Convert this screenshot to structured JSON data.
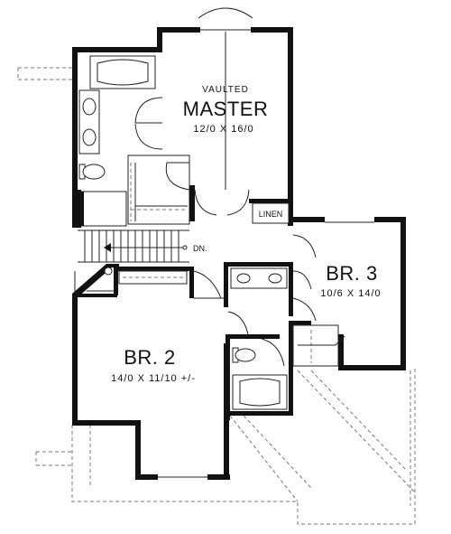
{
  "rooms": {
    "master_note": "VAULTED",
    "master_name": "MASTER",
    "master_dim": "12/0 X 16/0",
    "br3_name": "BR. 3",
    "br3_dim": "10/6 X 14/0",
    "br2_name": "BR. 2",
    "br2_dim": "14/0 X 11/10 +/-",
    "linen": "LINEN",
    "stair_dn": "DN."
  },
  "colors": {
    "wall": "#111111",
    "line": "#222222",
    "roof_dash": "#777777",
    "background": "#ffffff"
  }
}
